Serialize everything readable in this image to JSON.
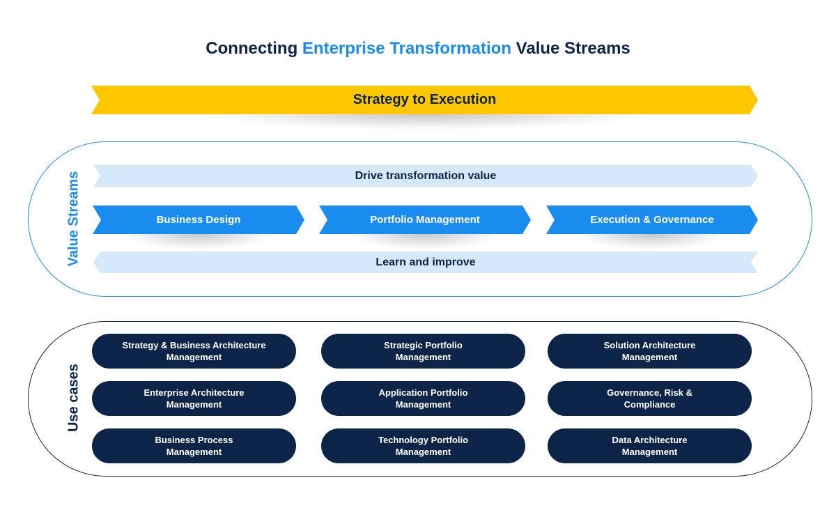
{
  "title": {
    "prefix": "Connecting",
    "accent": "Enterprise Transformation",
    "suffix": "Value Streams"
  },
  "top_arrow": {
    "label": "Strategy to Execution"
  },
  "value_streams": {
    "label": "Value Streams",
    "drive": "Drive transformation value",
    "stages": [
      "Business Design",
      "Portfolio Management",
      "Execution & Governance"
    ],
    "learn": "Learn and improve"
  },
  "use_cases": {
    "label": "Use cases",
    "rows": [
      [
        {
          "line1": "Strategy & Business Architecture",
          "line2": "Management"
        },
        {
          "line1": "Strategic Portfolio",
          "line2": "Management"
        },
        {
          "line1": "Solution Architecture",
          "line2": "Management"
        }
      ],
      [
        {
          "line1": "Enterprise Architecture",
          "line2": "Management"
        },
        {
          "line1": "Application Portfolio",
          "line2": "Management"
        },
        {
          "line1": "Governance, Risk &",
          "line2": "Compliance"
        }
      ],
      [
        {
          "line1": "Business Process",
          "line2": "Management"
        },
        {
          "line1": "Technology Portfolio",
          "line2": "Management"
        },
        {
          "line1": "Data Architecture",
          "line2": "Management"
        }
      ]
    ]
  },
  "colors": {
    "navy": "#0b2447",
    "accent_blue": "#1a8cf0",
    "light_blue": "#d6e9fb",
    "yellow": "#ffc700"
  }
}
